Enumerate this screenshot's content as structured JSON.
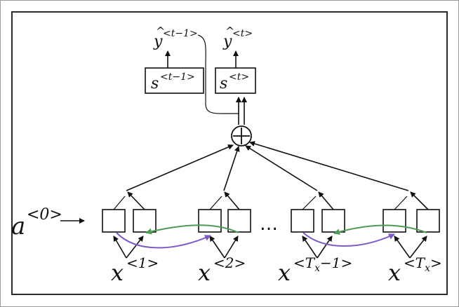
{
  "diagram": {
    "initial_activation": {
      "base": "a",
      "sup": "<0>"
    },
    "outputs": [
      {
        "base": "y",
        "hat": "^",
        "sup": "<t−1>"
      },
      {
        "base": "y",
        "hat": "^",
        "sup": "<t>"
      }
    ],
    "states": [
      {
        "base": "s",
        "sup": "<t−1>"
      },
      {
        "base": "s",
        "sup": "<t>"
      }
    ],
    "sum_symbol": "+",
    "ellipsis": "…",
    "inputs": [
      {
        "base": "x",
        "sup": "<1>"
      },
      {
        "base": "x",
        "sup": "<2>"
      },
      {
        "base": "x",
        "sup_prefix": "<T",
        "sup_sub": "x",
        "sup_suffix": "−1>"
      },
      {
        "base": "x",
        "sup_prefix": "<T",
        "sup_sub": "x",
        "sup_suffix": ">"
      }
    ],
    "colors": {
      "line": "#111111",
      "forward_arrow": "#7b5cc4",
      "backward_arrow": "#4f9a55"
    }
  }
}
